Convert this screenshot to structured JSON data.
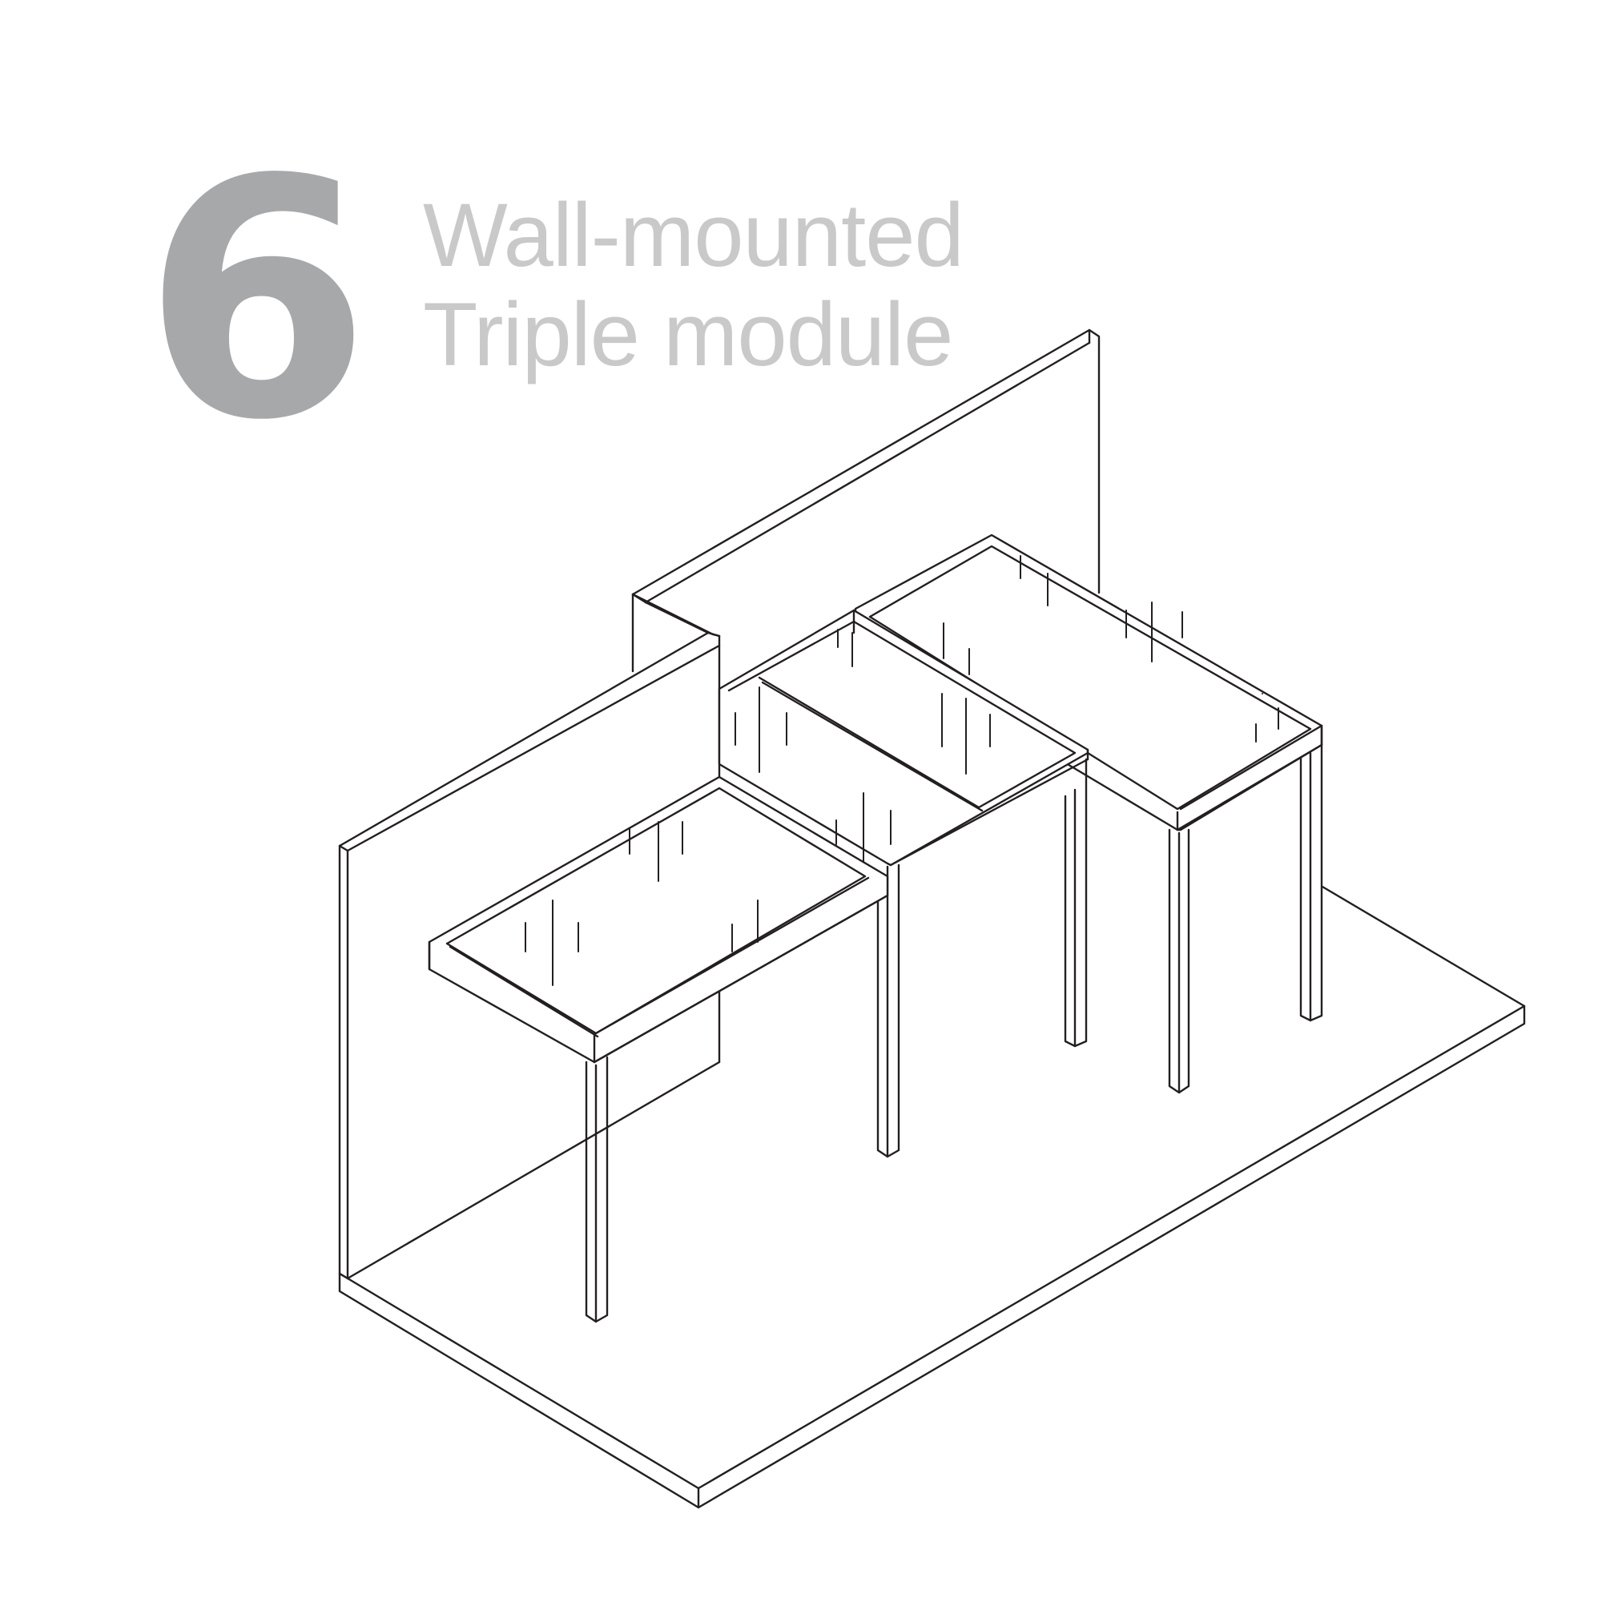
{
  "heading": {
    "step_number": "6",
    "title_line_1": "Wall-mounted",
    "title_line_2": "Triple module"
  },
  "colors": {
    "step_number": "#a7a8aa",
    "title": "#c9c9ca",
    "linework": "#231f20",
    "background": "#ffffff"
  },
  "drawing": {
    "type": "isometric line drawing",
    "elements": [
      "floor-slab",
      "back-wall",
      "side-wall",
      "module-left",
      "module-middle",
      "module-right",
      "table-legs"
    ]
  }
}
